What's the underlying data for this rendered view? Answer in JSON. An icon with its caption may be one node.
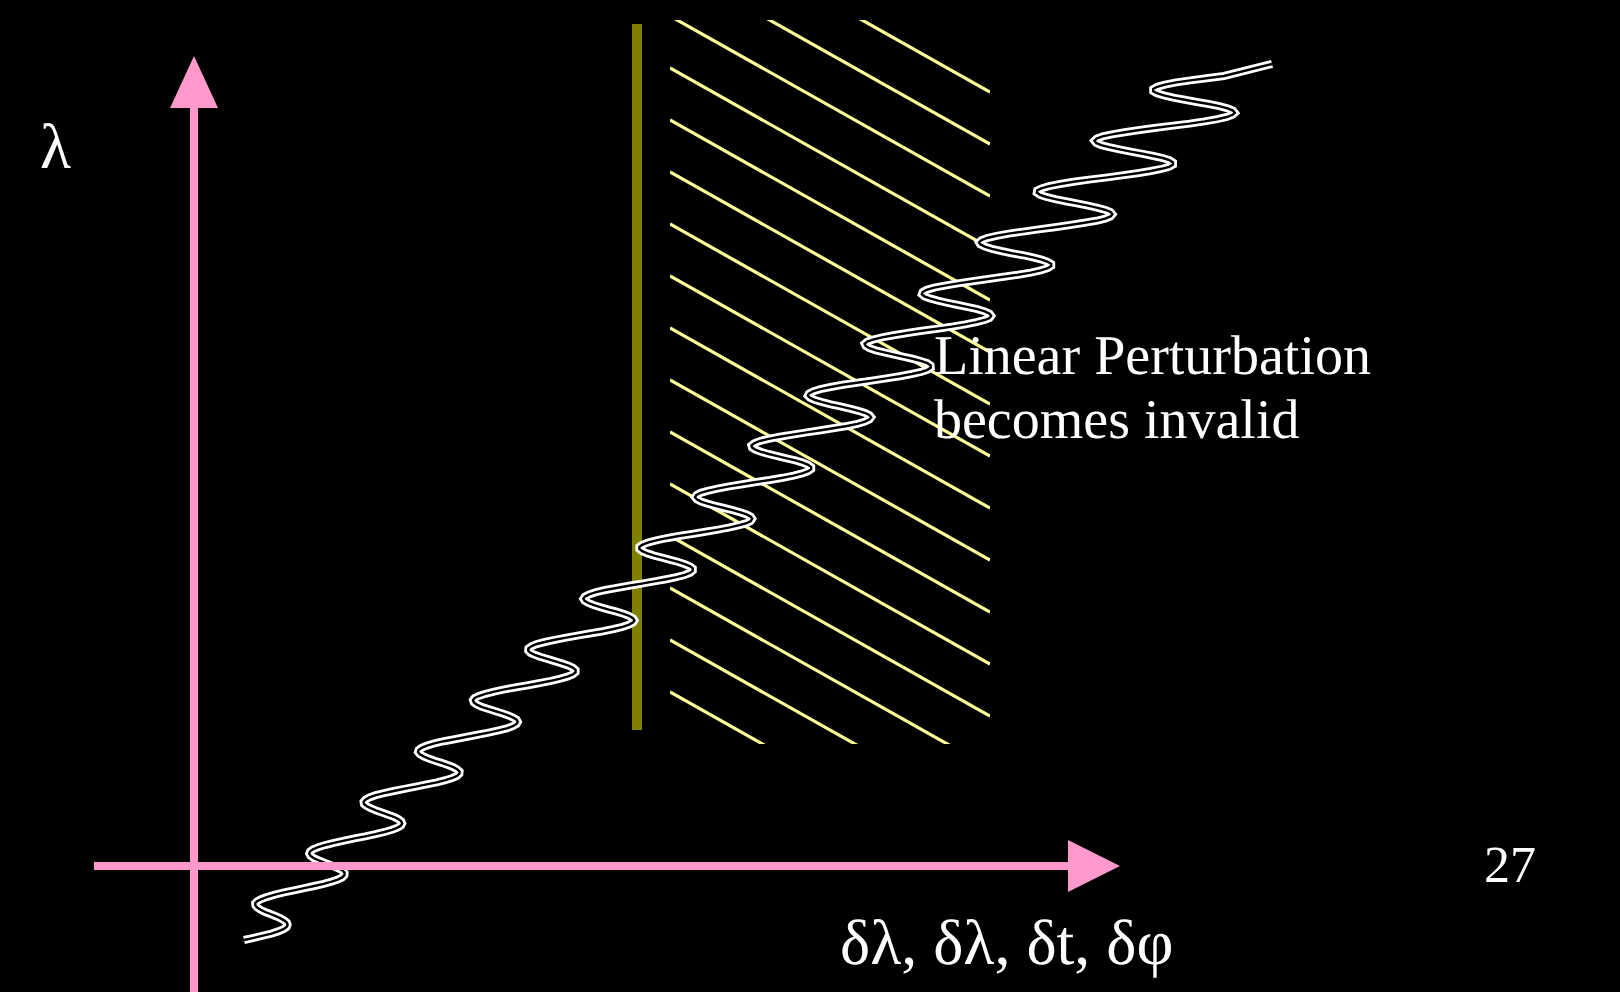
{
  "diagram": {
    "labels": [
      "λ",
      "Linear Perturbation becomes invalid",
      "δλ, δλ, δt, δφ",
      "27"
    ]
  }
}
